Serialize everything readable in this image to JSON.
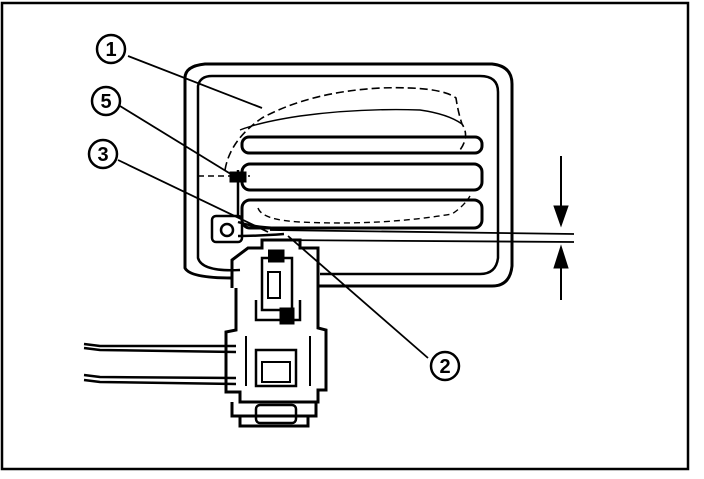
{
  "callouts": [
    {
      "id": "callout-1",
      "label": "1"
    },
    {
      "id": "callout-5",
      "label": "5"
    },
    {
      "id": "callout-3",
      "label": "3"
    },
    {
      "id": "callout-2",
      "label": "2"
    }
  ],
  "colors": {
    "line": "#000000",
    "background": "#ffffff"
  }
}
